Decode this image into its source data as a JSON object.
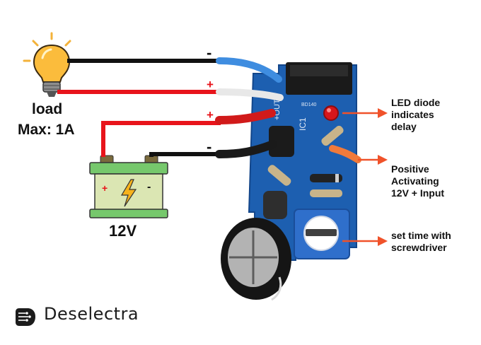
{
  "load": {
    "title": "load",
    "max": "Max: 1A"
  },
  "battery": {
    "label": "12V",
    "plus": "+",
    "minus": "-"
  },
  "wires": {
    "load_negative_sign": "-",
    "load_positive_sign": "+",
    "input_positive_sign": "+",
    "battery_negative_sign": "-"
  },
  "annotations": {
    "led": [
      "LED diode",
      "indicates",
      "delay"
    ],
    "input": [
      "Positive",
      "Activating",
      "12V + Input"
    ],
    "pot": [
      "set time with",
      "screwdriver"
    ]
  },
  "brand": {
    "name": "Deselectra"
  },
  "colors": {
    "wire_red": "#e8141b",
    "wire_black": "#111111",
    "arrow": "#f0522a",
    "pcb": "#1d5fb0",
    "sign_red": "#e8141b",
    "bulb": "#fbbc3c",
    "battery_body": "#dbe6b3",
    "battery_terminal": "#76c86c"
  }
}
